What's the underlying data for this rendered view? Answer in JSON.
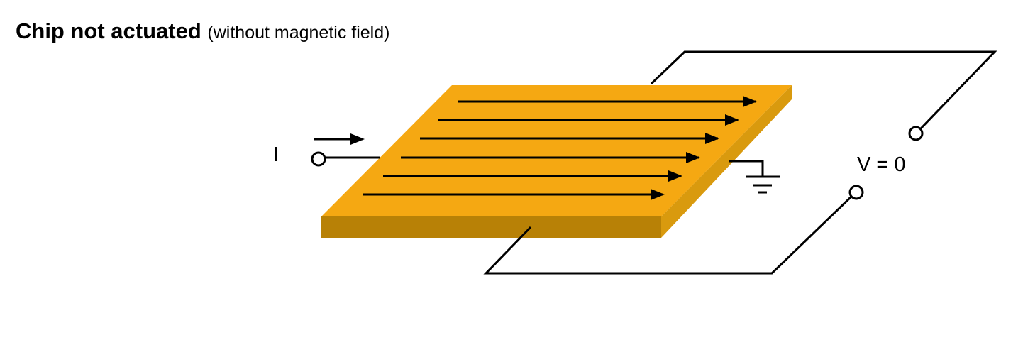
{
  "title": {
    "main": "Chip not actuated",
    "sub": "(without magnetic field)"
  },
  "labels": {
    "current": "I",
    "voltage": "V = 0"
  },
  "colors": {
    "chip_top": "#F5A812",
    "chip_front": "#B88106",
    "chip_side": "#D99A0E",
    "line": "#000000"
  }
}
